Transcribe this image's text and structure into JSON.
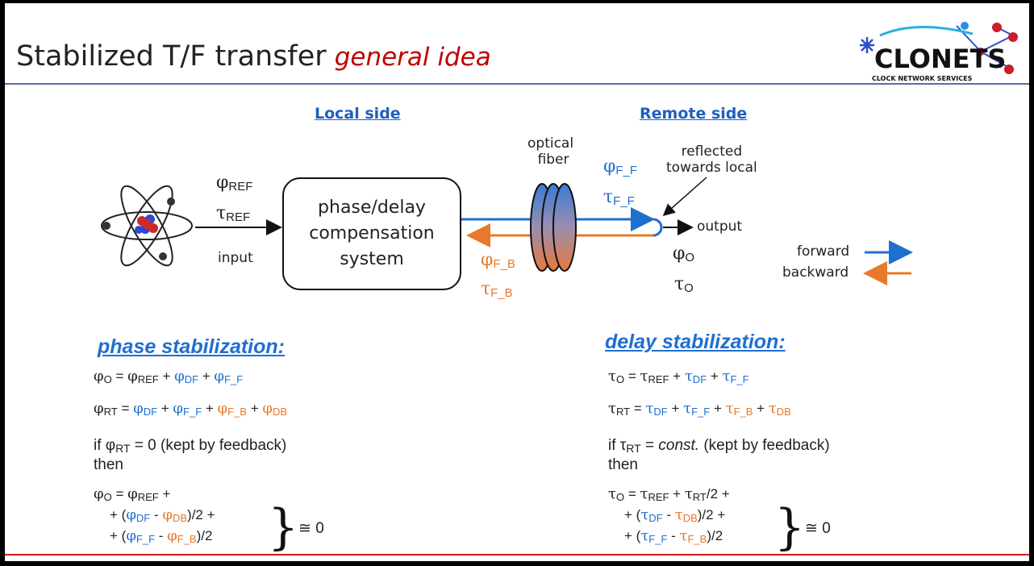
{
  "title": {
    "main": "Stabilized T/F transfer",
    "sub": "general idea"
  },
  "logo": {
    "text": "CLONETS",
    "tagline": "CLOCK NETWORK SERVICES"
  },
  "diagram": {
    "local_side": "Local side",
    "remote_side": "Remote side",
    "phi_ref": "φ",
    "phi_ref_sub": "REF",
    "tau_ref": "τ",
    "tau_ref_sub": "REF",
    "input": "input",
    "box_lines": [
      "phase/delay",
      "compensation",
      "system"
    ],
    "optical_fiber": [
      "optical",
      "fiber"
    ],
    "phi_ff": "φ",
    "phi_ff_sub": "F_F",
    "tau_ff": "τ",
    "tau_ff_sub": "F_F",
    "phi_fb": "φ",
    "phi_fb_sub": "F_B",
    "tau_fb": "τ",
    "tau_fb_sub": "F_B",
    "reflected": [
      "reflected",
      "towards local"
    ],
    "output": "output",
    "phi_o": "φ",
    "phi_o_sub": "O",
    "tau_o": "τ",
    "tau_o_sub": "O",
    "forward": "forward",
    "backward": "backward",
    "colors": {
      "forward": "#1f6fd0",
      "backward": "#e8782a",
      "fiber_top": "#3a7bd5",
      "fiber_bottom": "#e8783a"
    }
  },
  "phase": {
    "heading": "phase stabilization:",
    "if_text": "if φRT = 0 (kept by feedback)",
    "then": "then",
    "approx": "≅ 0"
  },
  "delay": {
    "heading": "delay stabilization:",
    "if_prefix": "if τRT = ",
    "if_const": "const.",
    "if_suffix": " (kept by feedback)",
    "then": "then",
    "approx": "≅ 0"
  }
}
